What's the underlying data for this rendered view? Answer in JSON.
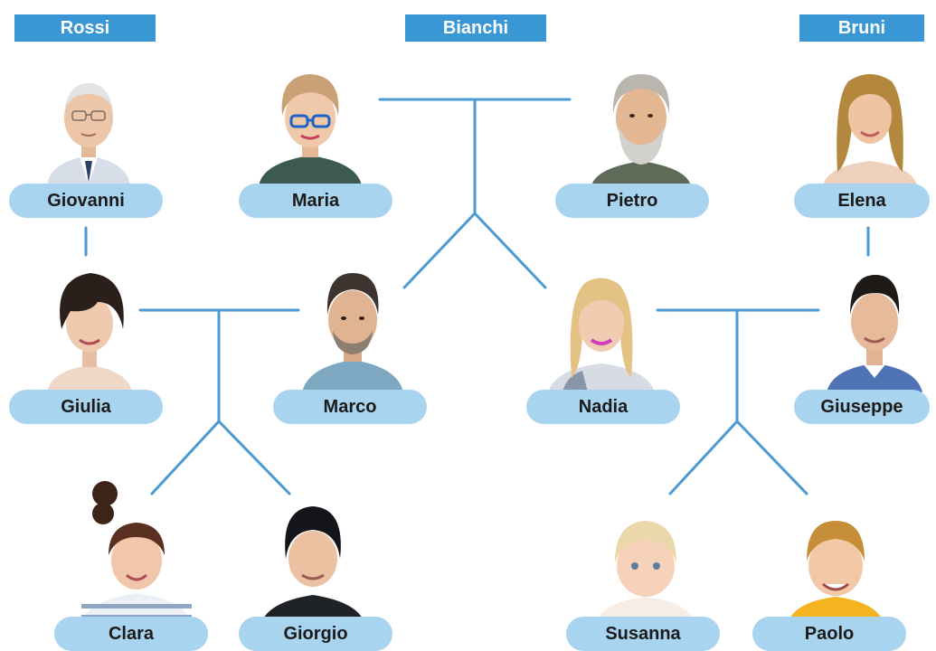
{
  "families": {
    "rossi": "Rossi",
    "bianchi": "Bianchi",
    "bruni": "Bruni"
  },
  "people": {
    "giovanni": "Giovanni",
    "maria": "Maria",
    "pietro": "Pietro",
    "elena": "Elena",
    "giulia": "Giulia",
    "marco": "Marco",
    "nadia": "Nadia",
    "giuseppe": "Giuseppe",
    "clara": "Clara",
    "giorgio": "Giorgio",
    "susanna": "Susanna",
    "paolo": "Paolo"
  },
  "colors": {
    "header": "#3a97d6",
    "pill": "#a9d4ef",
    "line": "#4a9ad4"
  }
}
